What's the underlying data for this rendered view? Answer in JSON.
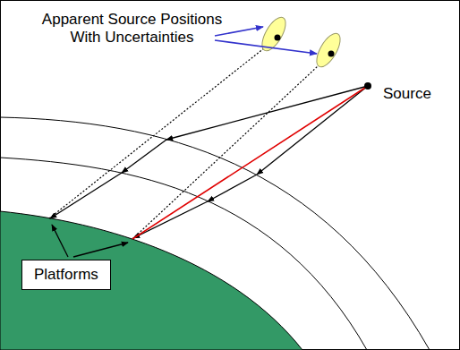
{
  "diagram": {
    "nodes": [
      {
        "text": [
          "Platforms"
        ]
      }
    ],
    "labels": [
      "Apparent Source Positions With Uncertainties",
      "Source"
    ]
  }
}
